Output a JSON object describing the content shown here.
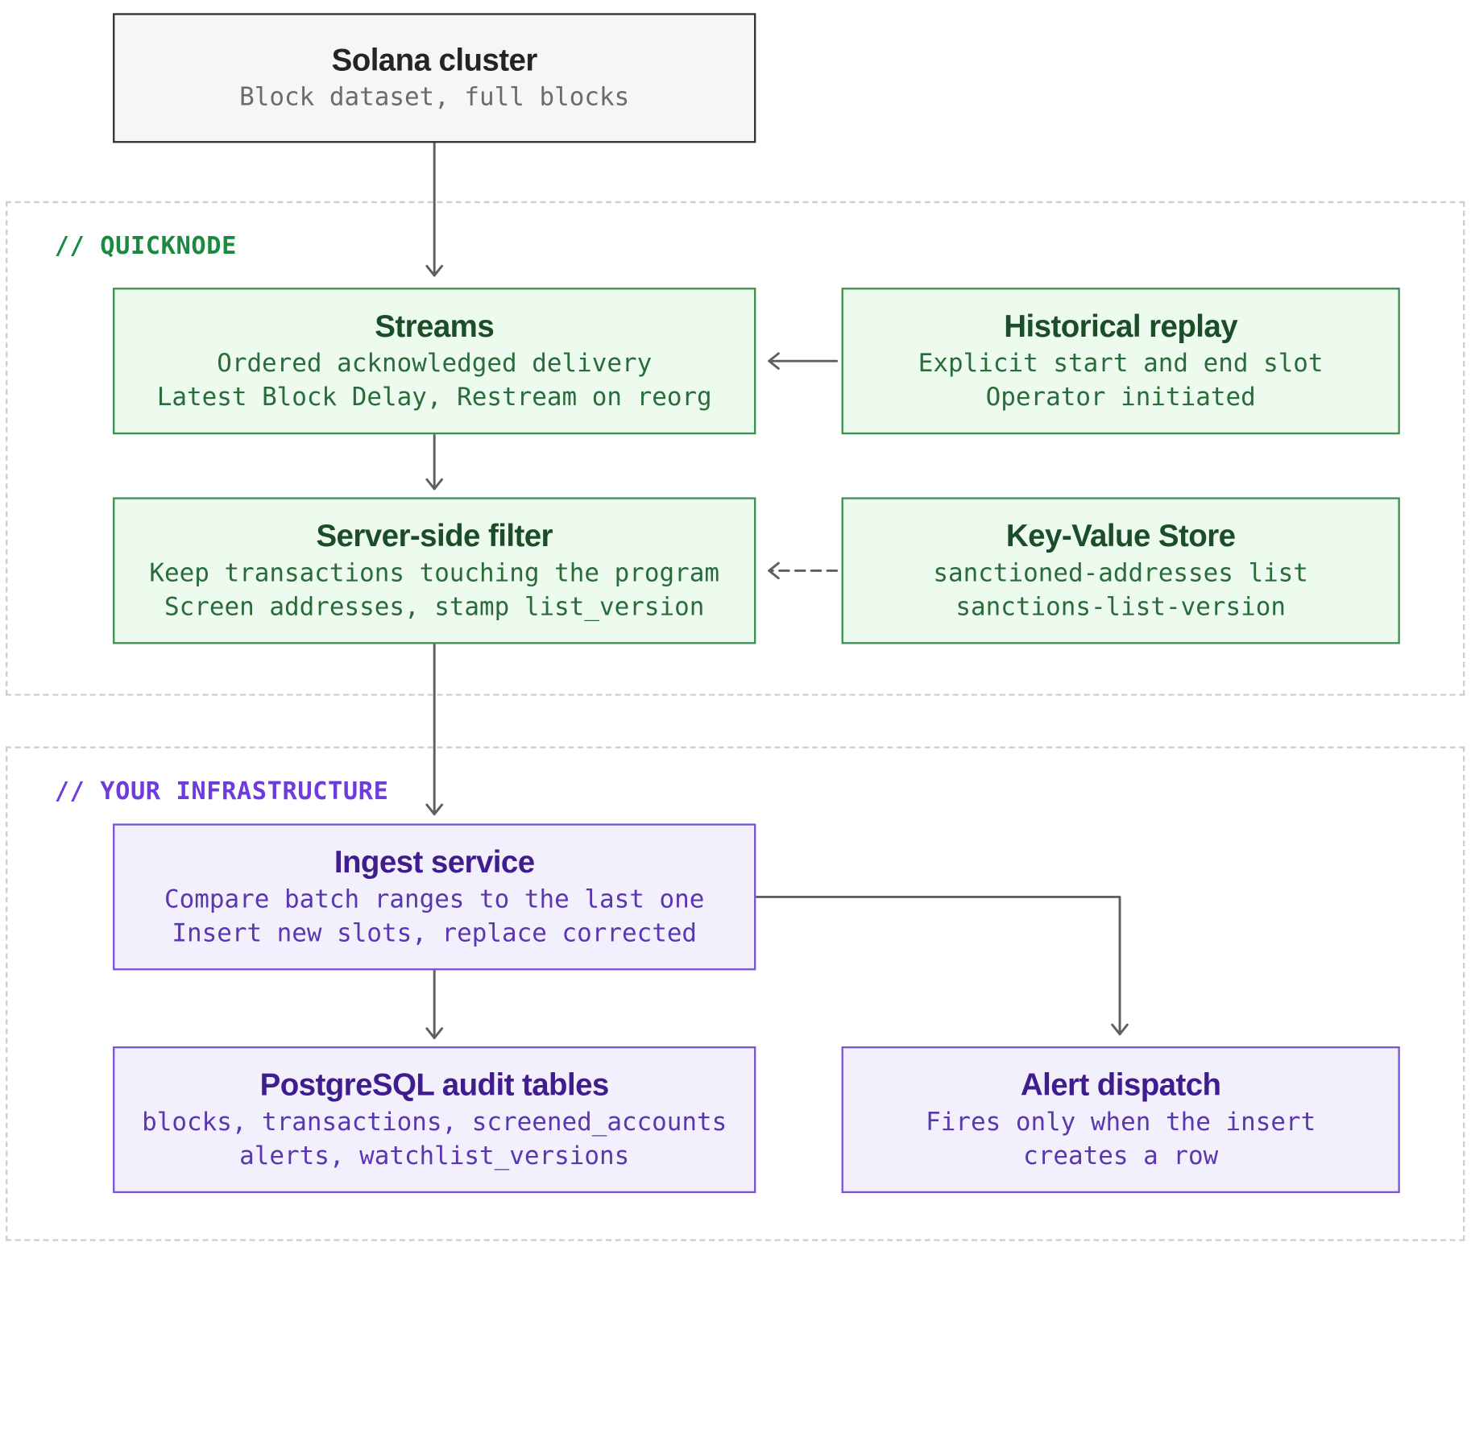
{
  "groups": {
    "quicknode": {
      "label": "// QUICKNODE"
    },
    "infra": {
      "label": "// YOUR INFRASTRUCTURE"
    }
  },
  "nodes": {
    "solana": {
      "title": "Solana cluster",
      "lines": [
        "Block dataset, full blocks"
      ]
    },
    "streams": {
      "title": "Streams",
      "lines": [
        "Ordered acknowledged delivery",
        "Latest Block Delay, Restream on reorg"
      ]
    },
    "replay": {
      "title": "Historical replay",
      "lines": [
        "Explicit start and end slot",
        "Operator initiated"
      ]
    },
    "filter": {
      "title": "Server-side filter",
      "lines": [
        "Keep transactions touching the program",
        "Screen addresses, stamp list_version"
      ]
    },
    "kv": {
      "title": "Key-Value Store",
      "lines": [
        "sanctioned-addresses list",
        "sanctions-list-version"
      ]
    },
    "ingest": {
      "title": "Ingest service",
      "lines": [
        "Compare batch ranges to the last one",
        "Insert new slots, replace corrected"
      ]
    },
    "postgres": {
      "title": "PostgreSQL audit tables",
      "lines": [
        "blocks, transactions, screened_accounts",
        "alerts, watchlist_versions"
      ]
    },
    "alert": {
      "title": "Alert dispatch",
      "lines": [
        "Fires only when the insert",
        "creates a row"
      ]
    }
  },
  "edges": [
    {
      "from": "solana",
      "to": "streams",
      "style": "solid"
    },
    {
      "from": "replay",
      "to": "streams",
      "style": "solid"
    },
    {
      "from": "streams",
      "to": "filter",
      "style": "solid"
    },
    {
      "from": "kv",
      "to": "filter",
      "style": "dashed"
    },
    {
      "from": "filter",
      "to": "ingest",
      "style": "solid"
    },
    {
      "from": "ingest",
      "to": "postgres",
      "style": "solid"
    },
    {
      "from": "ingest",
      "to": "alert",
      "style": "solid"
    }
  ],
  "colors": {
    "edge": "#5f5f5f",
    "quicknode_accent": "#1b8a3f",
    "infra_accent": "#6e3cdc"
  }
}
